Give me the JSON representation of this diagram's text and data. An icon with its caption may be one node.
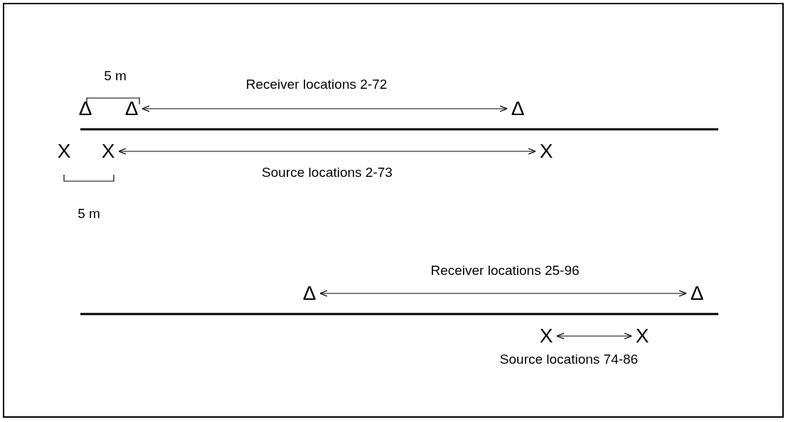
{
  "diagram": {
    "nodes": [
      {
        "text": [
          "Δ"
        ]
      },
      {
        "text": [
          "Δ"
        ]
      },
      {
        "text": [
          "Δ"
        ]
      },
      {
        "text": [
          "X"
        ]
      },
      {
        "text": [
          "X"
        ]
      },
      {
        "text": [
          "X"
        ]
      },
      {
        "text": [
          "Δ"
        ]
      },
      {
        "text": [
          "Δ"
        ]
      },
      {
        "text": [
          "X"
        ]
      },
      {
        "text": [
          "X"
        ]
      }
    ],
    "edges": [
      {
        "from": 1,
        "to": 2,
        "arrow": "both",
        "label": "Receiver locations 2-72"
      },
      {
        "from": 4,
        "to": 5,
        "arrow": "both",
        "label": "Source locations 2-73"
      },
      {
        "from": 6,
        "to": 7,
        "arrow": "both",
        "label": "Receiver locations 25-96"
      },
      {
        "from": 8,
        "to": 9,
        "arrow": "both",
        "label": "Source locations 74-86"
      }
    ],
    "labels": [
      "5 m",
      "5 m"
    ]
  }
}
